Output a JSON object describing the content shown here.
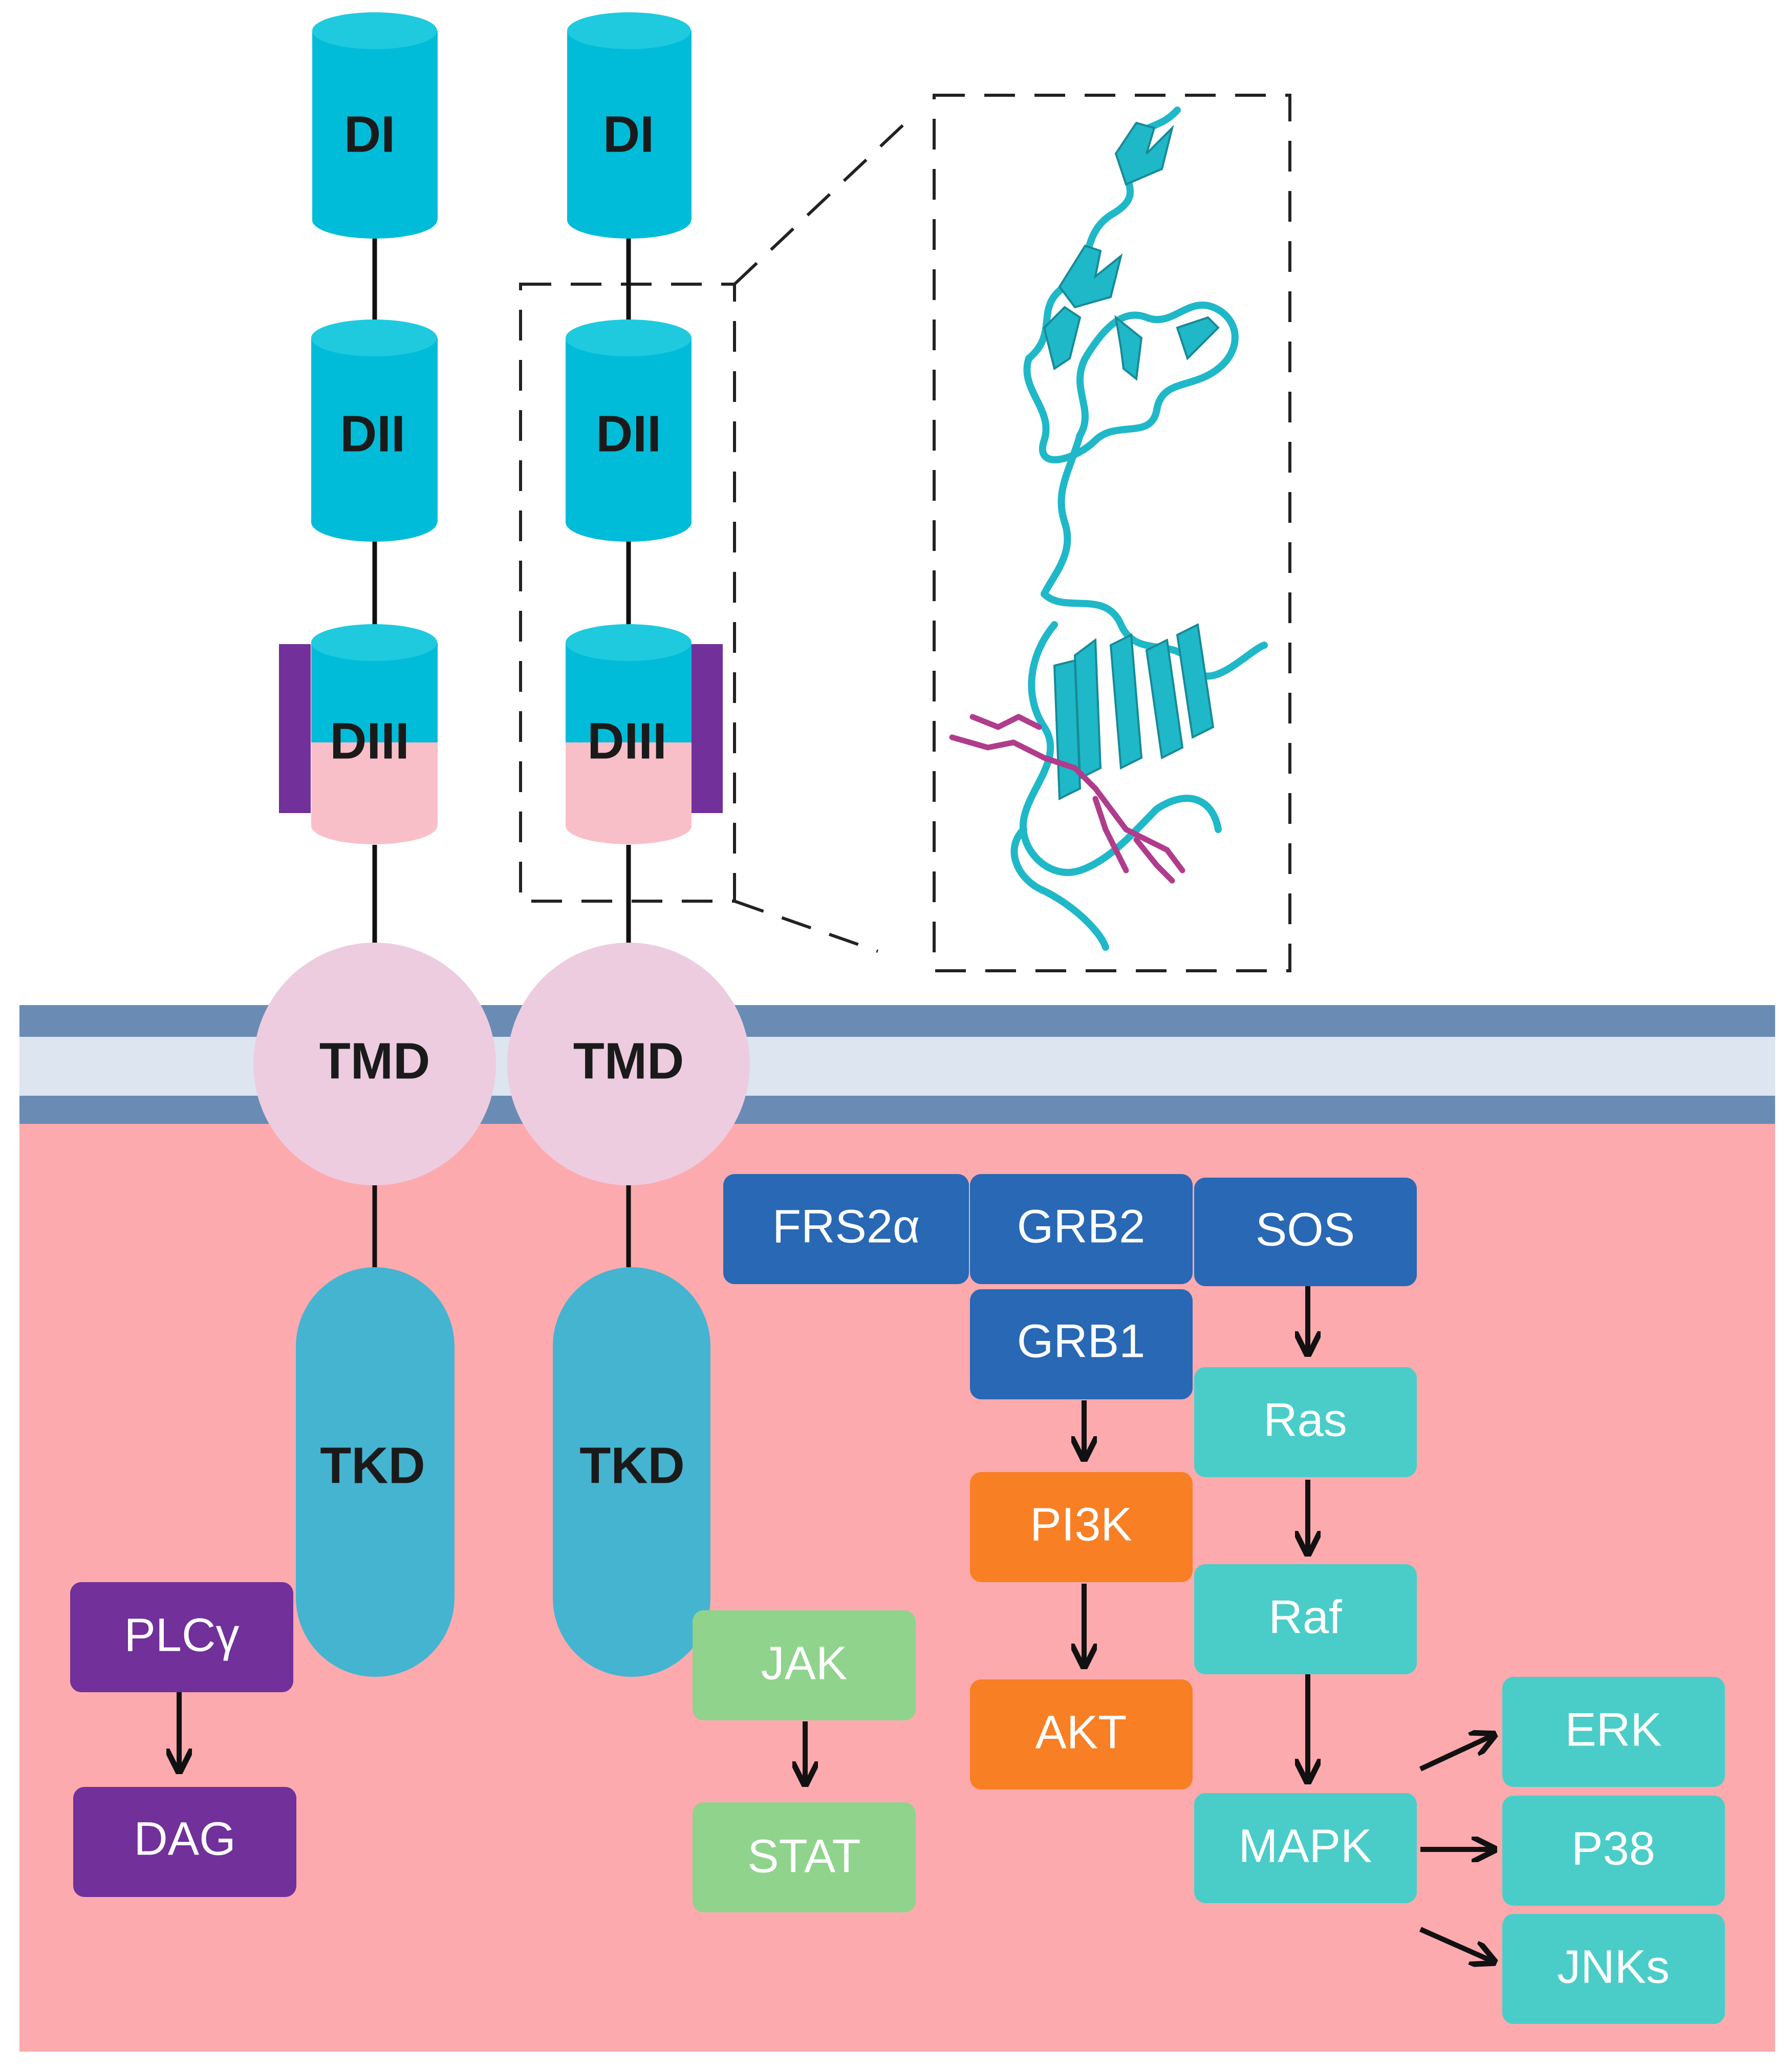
{
  "colors": {
    "domain_cyan": "#00BCD8",
    "domain_cyan_top": "#1FCADF",
    "diii_pink": "#F9BFC8",
    "purple_bar": "#71309A",
    "tmd": "#EDCCE0",
    "tkd": "#45B4D0",
    "membrane_dark": "#6A8CB4",
    "membrane_light": "#DCE5F0",
    "cytoplasm": "#FDAAAE",
    "adaptor_blue": "#2868B4",
    "pi3k_orange": "#F97F24",
    "mapk_teal": "#4ACDC8",
    "jak_green": "#8FD38C",
    "plc_purple": "#71309A",
    "structure_ribbon": "#1FB8C8",
    "ligand_magenta": "#B03C8C"
  },
  "receptors": [
    {
      "domains": [
        "DI",
        "DII",
        "DIII"
      ],
      "tmd": "TMD",
      "tkd": "TKD"
    },
    {
      "domains": [
        "DI",
        "DII",
        "DIII"
      ],
      "tmd": "TMD",
      "tkd": "TKD"
    }
  ],
  "signaling": {
    "frs2a": "FRS2α",
    "grb2": "GRB2",
    "sos": "SOS",
    "grb1": "GRB1",
    "ras": "Ras",
    "pi3k": "PI3K",
    "raf": "Raf",
    "plcg": "PLCγ",
    "jak": "JAK",
    "akt": "AKT",
    "erk": "ERK",
    "mapk": "MAPK",
    "p38": "P38",
    "dag": "DAG",
    "stat": "STAT",
    "jnks": "JNKs"
  }
}
